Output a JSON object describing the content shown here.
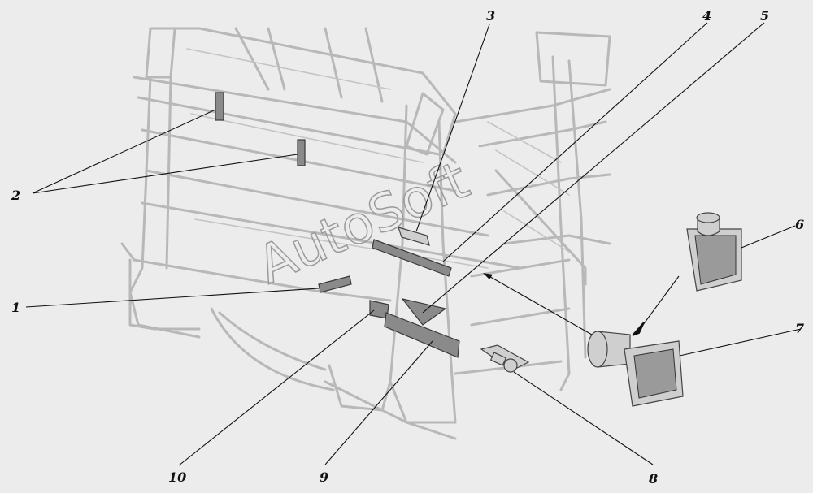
{
  "watermark": "AutoSoft",
  "callouts": [
    "1",
    "2",
    "3",
    "4",
    "5",
    "6",
    "7",
    "8",
    "9",
    "10"
  ],
  "colors": {
    "background": "#ececec",
    "frame": "#b8b8b8",
    "part": "#8a8a8a",
    "ink": "#111111"
  }
}
